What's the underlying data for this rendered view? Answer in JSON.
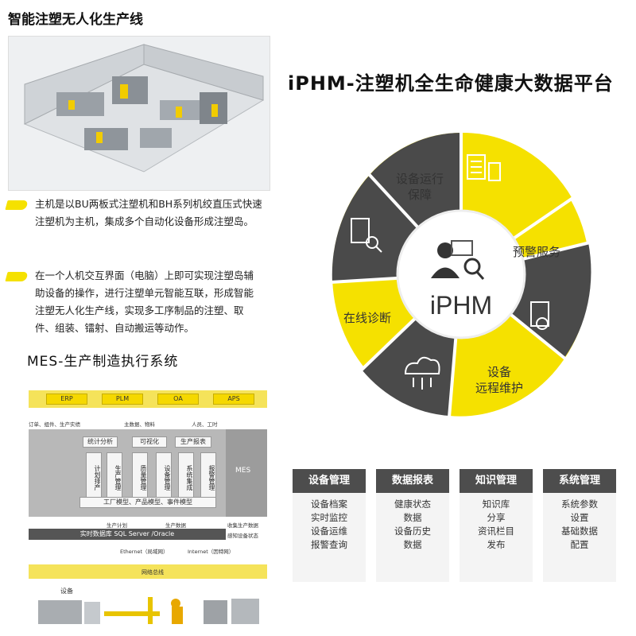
{
  "left_title": "智能注塑无人化生产线",
  "bullets": [
    "主机是以BU两板式注塑机和BH系列机绞直压式快速注塑机为主机，集成多个自动化设备形成注塑岛。",
    "在一个人机交互界面（电脑）上即可实现注塑岛辅助设备的操作，进行注塑单元智能互联，形成智能注塑无人化生产线，实现多工序制品的注塑、取件、组装、镭射、自动搬运等动作。"
  ],
  "mes_title": "MES-生产制造执行系统",
  "mes": {
    "top_boxes": [
      "ERP",
      "PLM",
      "OA",
      "APS"
    ],
    "flow_labels": [
      "订单、组件、生产实绩",
      "主数据、物料",
      "人员、工时"
    ],
    "func_boxes": [
      "统计分析",
      "可视化",
      "生产报表"
    ],
    "columns": [
      "计划排产",
      "生产管理",
      "质量管理",
      "设备管理",
      "系统集成",
      "报警管理"
    ],
    "model_bar": "工厂模型、产品模型、事件模型",
    "side_label": "MES",
    "plan_label": "生产计划",
    "data_label": "生产数据",
    "collect_label": "收集生产数据",
    "sense_label": "感知设备状态",
    "db_bar": "实时数据库 SQL Server /Oracle",
    "ethernet_label": "Ethernet（局域网）",
    "internet_label": "Internet（因特网）",
    "network_bar": "网络总线",
    "device_label": "设备"
  },
  "right_title": "iPHM-注塑机全生命健康大数据平台",
  "wheel": {
    "center_label": "iPHM",
    "segments": [
      {
        "label": "设备运行\n保障",
        "color": "#f5e100",
        "icon": "document-list-icon"
      },
      {
        "label": "预警服务",
        "color": "#f5e100",
        "icon": "document-list-icon"
      },
      {
        "label": "设备\n远程维护",
        "color": "#f5e100",
        "icon": "gear-document-icon"
      },
      {
        "label": "在线诊断",
        "color": "#f5e100",
        "icon": "cloud-gear-icon"
      }
    ],
    "colors": {
      "yellow": "#f5e100",
      "dark": "#4a4a4a",
      "ring": "#f5e100"
    }
  },
  "categories": [
    {
      "title": "设备管理",
      "items": [
        "设备档案",
        "实时监控",
        "设备运维",
        "报警查询"
      ]
    },
    {
      "title": "数据报表",
      "items": [
        "健康状态",
        "数据",
        "设备历史",
        "数据"
      ]
    },
    {
      "title": "知识管理",
      "items": [
        "知识库",
        "分享",
        "资讯栏目",
        "发布"
      ]
    },
    {
      "title": "系统管理",
      "items": [
        "系统参数",
        "设置",
        "基础数据",
        "配置"
      ]
    }
  ]
}
